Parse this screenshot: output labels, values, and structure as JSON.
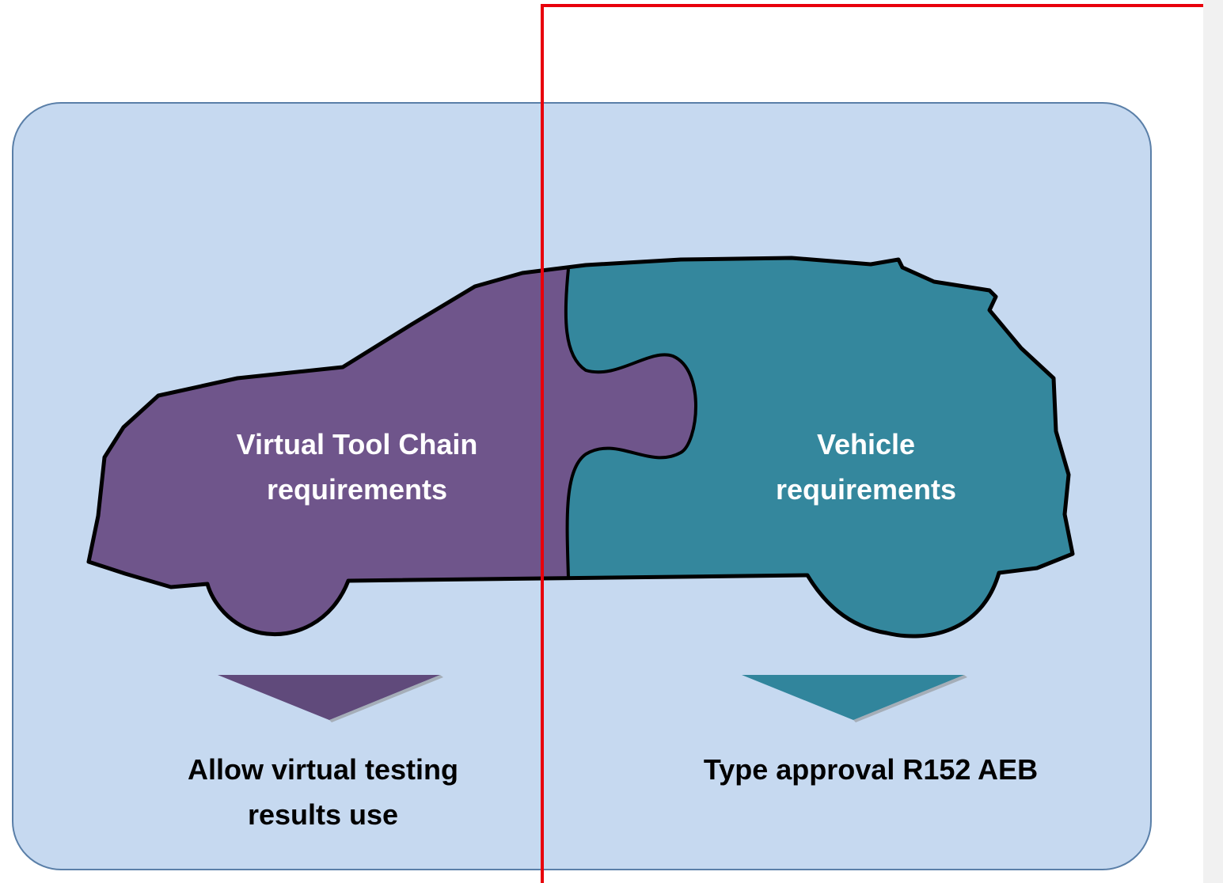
{
  "diagram": {
    "left_piece": {
      "line1": "Virtual Tool Chain",
      "line2": "requirements",
      "color": "#6f558b"
    },
    "right_piece": {
      "line1": "Vehicle",
      "line2": "requirements",
      "color": "#34879d"
    },
    "left_outcome": {
      "line1": "Allow virtual testing",
      "line2": "results use",
      "arrow_color": "#604a7b"
    },
    "right_outcome": {
      "line1": "Type approval R152 AEB",
      "arrow_color": "#31859c"
    },
    "panel_color": "#c6d9f0",
    "highlight_color": "#e8000b"
  }
}
